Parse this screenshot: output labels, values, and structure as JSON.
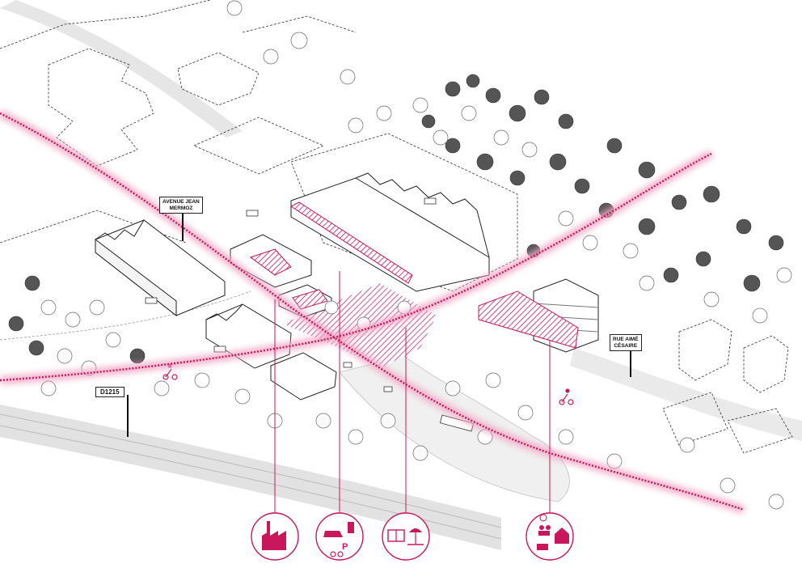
{
  "labels": {
    "avenue": [
      "AVENUE JEAN",
      "MERMOZ"
    ],
    "rue": [
      "RUE AIMÉ",
      "CÉSAIRE"
    ],
    "road": "D1215"
  },
  "colors": {
    "accent": "#c8175d",
    "glow": "#f2a8c4",
    "trees": "#555555",
    "lines": "#222222",
    "road": "#dcdcdc"
  },
  "icons": [
    "factory-icon",
    "mobility-services-icon",
    "leisure-sports-icon",
    "community-housing-icon"
  ]
}
